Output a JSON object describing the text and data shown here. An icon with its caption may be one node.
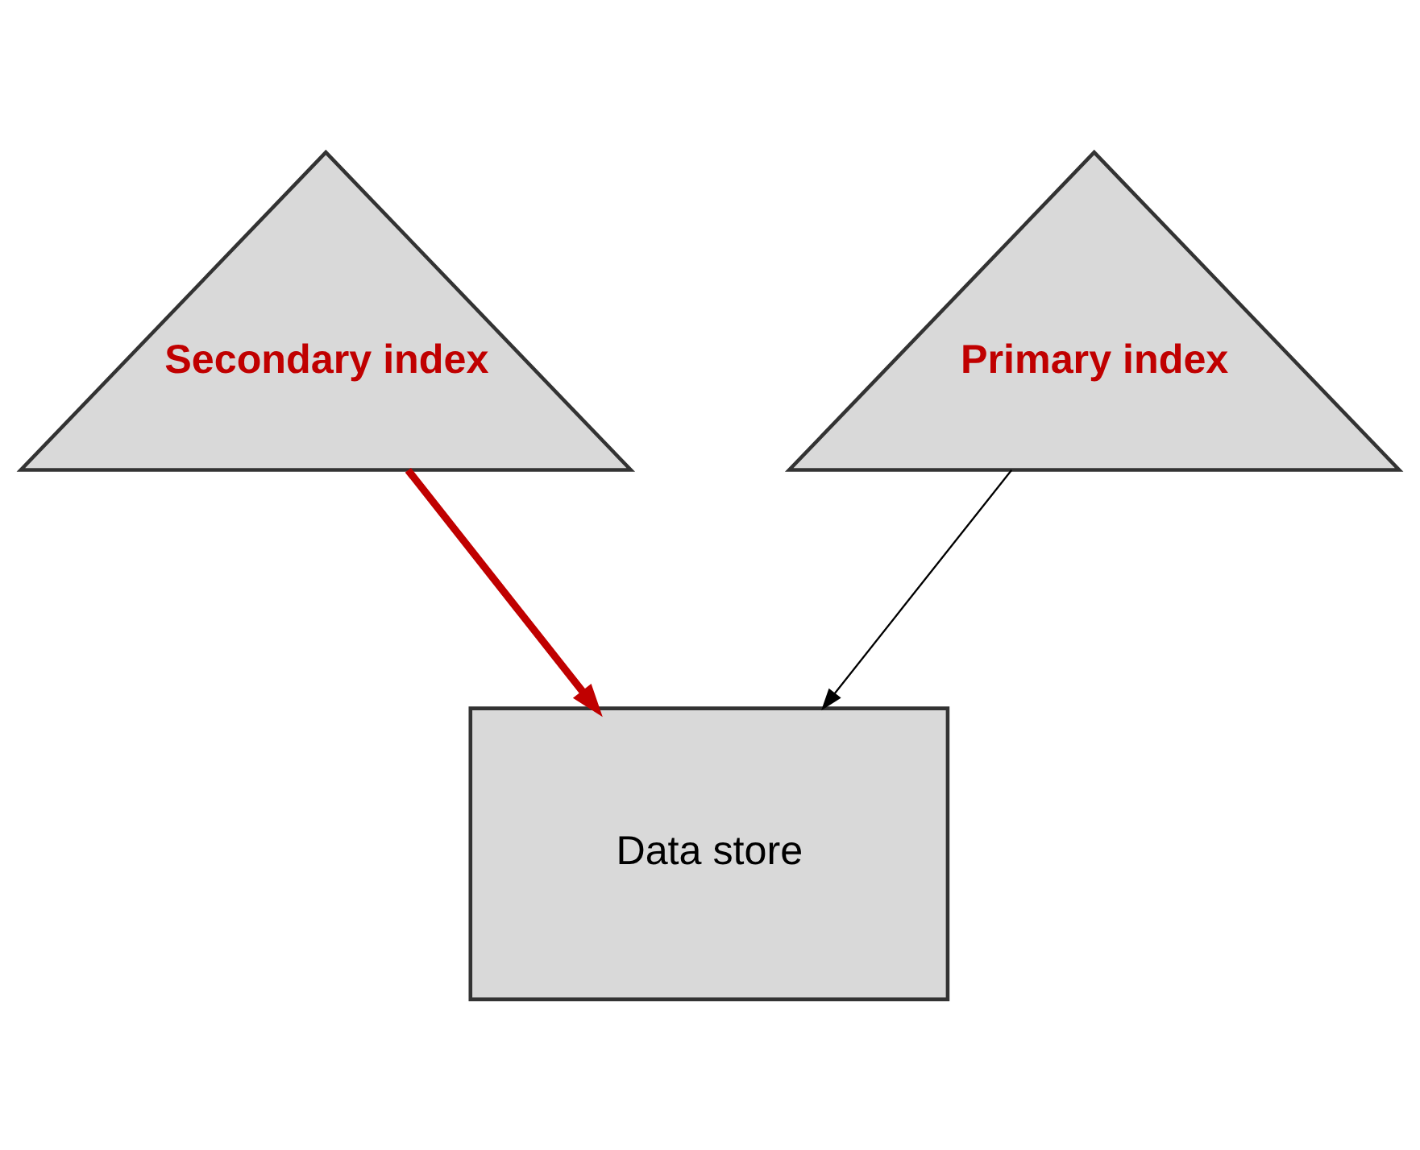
{
  "diagram": {
    "nodes": [
      {
        "text": [
          "Secondary index"
        ]
      },
      {
        "text": [
          "Primary index"
        ]
      },
      {
        "text": [
          "Data store"
        ]
      }
    ],
    "edges": [
      {
        "from": 0,
        "to": 2,
        "arrow": "to",
        "style": "thick",
        "color": "#c00000"
      },
      {
        "from": 1,
        "to": 2,
        "arrow": "to",
        "color": "#000000"
      }
    ]
  }
}
